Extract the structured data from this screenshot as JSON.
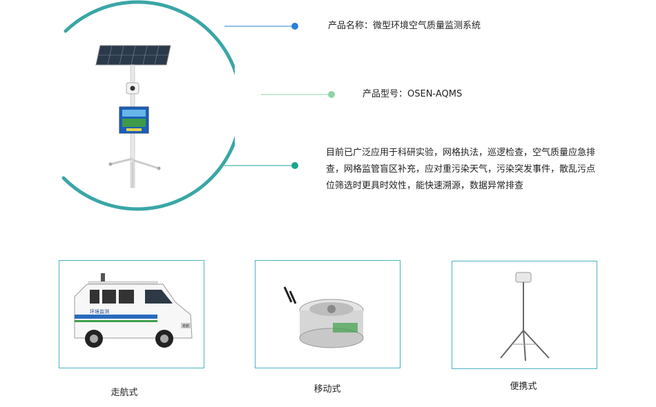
{
  "product": {
    "name_line": "产品名称：微型环境空气质量监测系统",
    "model_line": "产品型号：OSEN-AQMS",
    "description": "目前已广泛应用于科研实验，网格执法，巡逻检查，空气质量应急排查，网格监管盲区补充，应对重污染天气，污染突发事件，散乱污点位筛选时更具时效性，能快速溯源，数据异常排查"
  },
  "variants": [
    {
      "label": "走航式"
    },
    {
      "label": "移动式"
    },
    {
      "label": "便携式"
    }
  ],
  "vehicle_text": {
    "side_label": "环境监测",
    "plate_label": "走航"
  },
  "colors": {
    "ring": "#3aa6a6",
    "dot_blue": "#2a7fd6",
    "dot_green": "#8ed3a6",
    "dot_teal": "#1aa58f",
    "card_border": "#4bb4bf"
  }
}
